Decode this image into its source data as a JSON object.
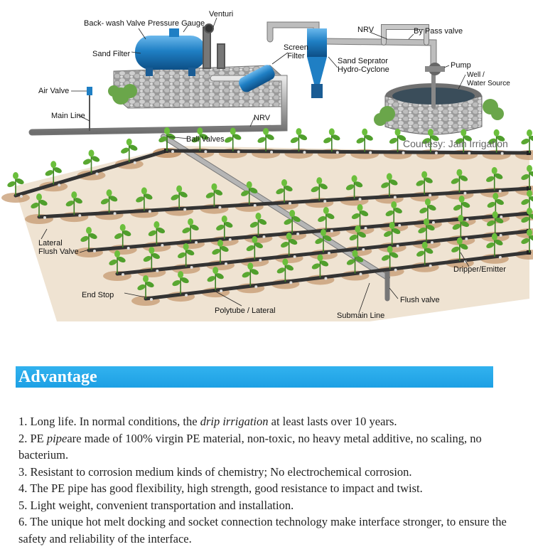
{
  "diagram": {
    "labels": {
      "backwash_valve": "Back- wash Valve",
      "pressure_gauge": "Pressure Gauge",
      "ventury": "Venturi",
      "sand_filter": "Sand Filter",
      "screen_filter_1": "Screen",
      "screen_filter_2": "Filter",
      "nrv_top": "NRV",
      "bypass_valve": "By Pass valve",
      "sand_separator_1": "Sand Seprator",
      "sand_separator_2": "Hydro-Cyclone",
      "pump": "Pump",
      "well_1": "Well /",
      "well_2": "Water Source",
      "air_valve": "Air Valve",
      "main_line": "Main Line",
      "nrv_mid": "NRV",
      "ball_valves": "Ball Valves",
      "courtesy": "Courtesy: Jain Irrigation",
      "lateral_flush_1": "Lateral",
      "lateral_flush_2": "Flush Valve",
      "dripper": "Dripper/Emitter",
      "end_stop": "End Stop",
      "flush_valve": "Flush valve",
      "polytube": "Polytube / Lateral",
      "submain": "Submain Line"
    },
    "colors": {
      "pipe": "#9a9a9a",
      "lateral": "#4a4a4a",
      "tank": "#1f7fc4",
      "soil": "#c79a6e",
      "plant": "#4f9e2c",
      "ground": "#a8a8a8"
    }
  },
  "advantage": {
    "title": "Advantage",
    "bar_color": "#1da0e4",
    "items": [
      {
        "pre": "1. Long life. In normal conditions, the ",
        "em": "drip irrigation",
        "post": " at least lasts over 10 years."
      },
      {
        "pre": "2. PE ",
        "em": "pipe",
        "post": "are made of 100% virgin PE material, non-toxic, no heavy metal additive, no scaling, no bacterium."
      },
      {
        "pre": "3. Resistant to corrosion medium kinds of chemistry; No electrochemical corrosion.",
        "em": "",
        "post": ""
      },
      {
        "pre": "4. The PE pipe has good flexibility, high strength, good resistance to impact and twist.",
        "em": "",
        "post": ""
      },
      {
        "pre": "5. Light weight, convenient transportation and installation.",
        "em": "",
        "post": ""
      },
      {
        "pre": "6. The unique hot melt docking and socket connection technology make interface stronger, to ensure the safety and reliability of the interface.",
        "em": "",
        "post": ""
      }
    ]
  }
}
